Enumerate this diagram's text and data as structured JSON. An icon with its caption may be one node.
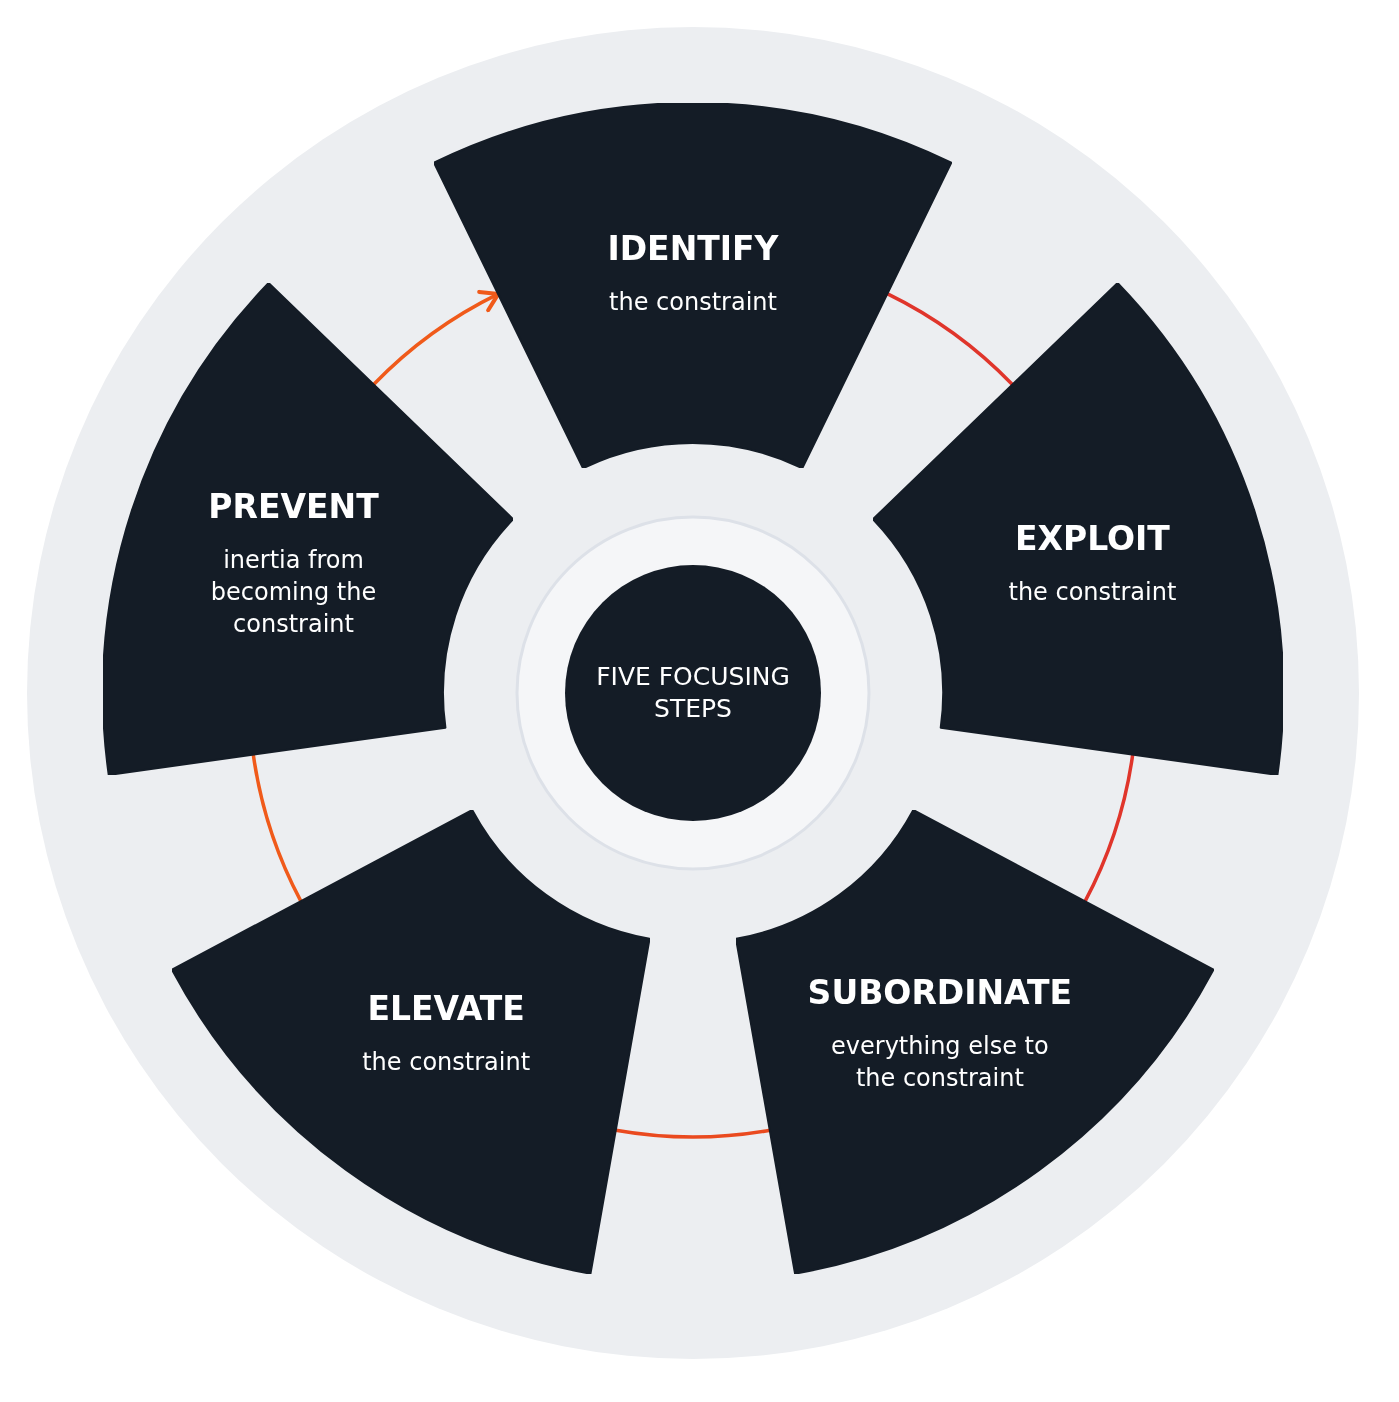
{
  "diagram": {
    "nodes": [
      {
        "text": [
          "IDENTIFY",
          "the constraint"
        ]
      },
      {
        "text": [
          "EXPLOIT",
          "the constraint"
        ]
      },
      {
        "text": [
          "SUBORDINATE",
          "everything else to the constraint"
        ]
      },
      {
        "text": [
          "ELEVATE",
          "the constraint"
        ]
      },
      {
        "text": [
          "PREVENT",
          "inertia from becoming the constraint"
        ]
      },
      {
        "text": [
          "FIVE FOCUSING STEPS"
        ]
      }
    ],
    "edges": [
      {
        "from": 0,
        "to": 1,
        "arrow": "none",
        "color": "#e0352b"
      },
      {
        "from": 1,
        "to": 2,
        "arrow": "none",
        "color": "#e0352b"
      },
      {
        "from": 2,
        "to": 3,
        "arrow": "none",
        "color": "#ea4a1f"
      },
      {
        "from": 3,
        "to": 4,
        "arrow": "none",
        "color": "#f05a1a"
      },
      {
        "from": 4,
        "to": 0,
        "arrow": "to",
        "color": "#f05a1a"
      }
    ]
  }
}
